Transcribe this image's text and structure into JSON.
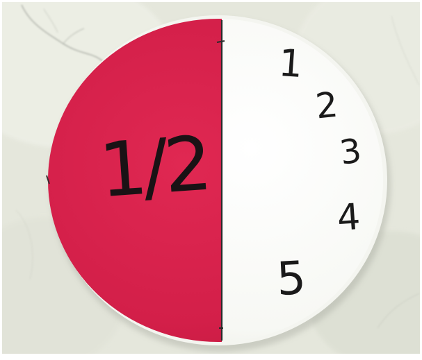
{
  "scene": {
    "description_colors": {
      "wall": "#e6e8de",
      "red_half": "#d8204a",
      "white_half": "#fafaf7",
      "ink": "#1a1a1a"
    }
  },
  "fraction_label": "1/2",
  "numbers": [
    "1",
    "2",
    "3",
    "4",
    "5"
  ]
}
